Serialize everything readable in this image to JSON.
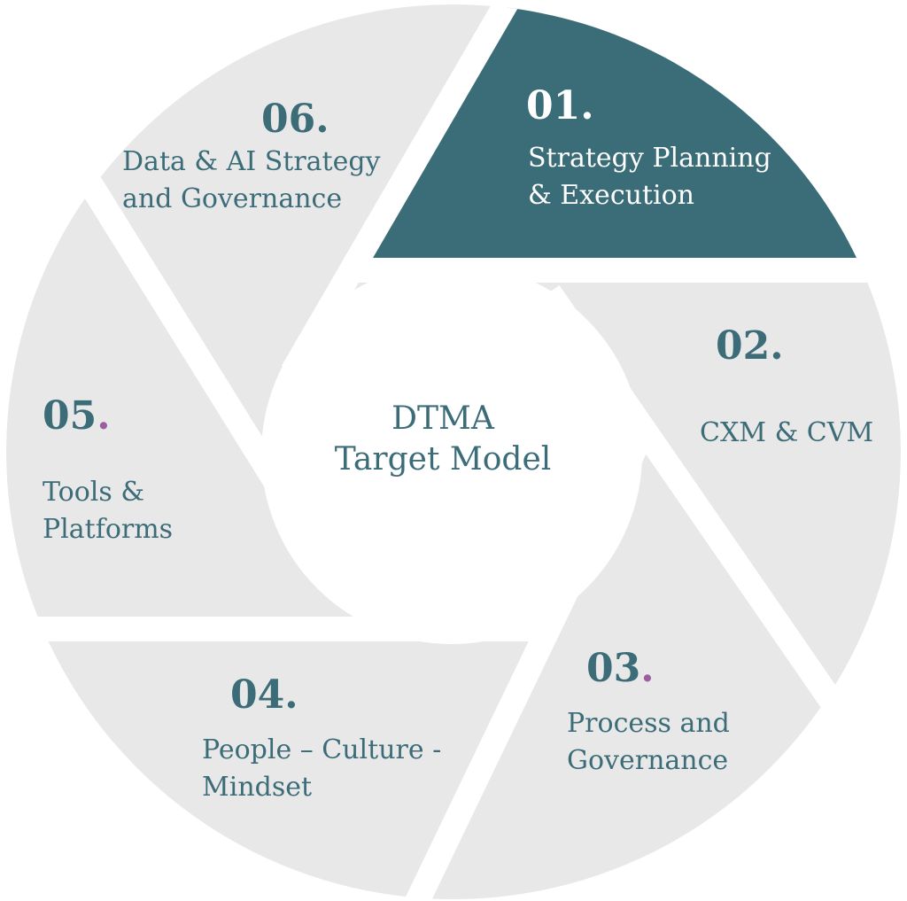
{
  "center": {
    "line1": "DTMA",
    "line2": "Target Model"
  },
  "segments": [
    {
      "number": "01",
      "sep": ".",
      "line1": "Strategy Planning",
      "line2": "& Execution",
      "highlighted": true
    },
    {
      "number": "02",
      "sep": ".",
      "line1": "CXM & CVM"
    },
    {
      "number": "03",
      "sep": ".",
      "line1": "Process and",
      "line2": "Governance"
    },
    {
      "number": "04",
      "sep": ".",
      "line1": "People – Culture -",
      "line2": "Mindset"
    },
    {
      "number": "05",
      "sep": ".",
      "line1": "Tools &",
      "line2": "Platforms"
    },
    {
      "number": "06",
      "sep": ".",
      "line1": "Data & AI Strategy",
      "line2": "and Governance"
    }
  ],
  "colors": {
    "segment": "#e8e8e8",
    "highlight": "#3a6d78",
    "text": "#3b6c78",
    "accent_dot": "#9b5fa0"
  }
}
